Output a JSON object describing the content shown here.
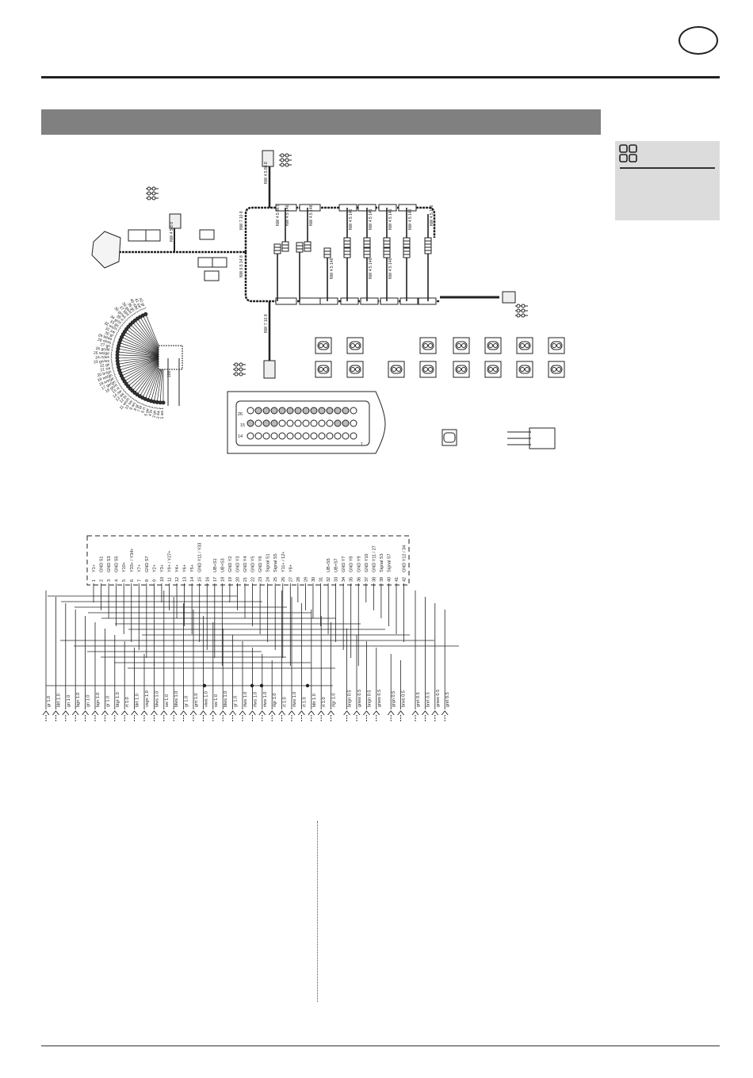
{
  "header": {
    "language_badge": ""
  },
  "section_band": {
    "title": ""
  },
  "side_panel": {
    "icon": "four-squares-icon"
  },
  "harness": {
    "fan_labels": [
      "1 ws 1",
      "2 sw 1",
      "3 gn 1",
      "4 br 1",
      "5 ge 1",
      "6 rt 1",
      "7 bl 1",
      "8 gr 1",
      "9 ws 1",
      "10 sw 1",
      "11 ws/rt 1",
      "12 bl 1",
      "13 sw 1",
      "14 sw 1",
      "15 rt 1",
      "16 gn/rt 1",
      "17 ge/gn 1",
      "18 ws/ge 1",
      "19 ws/gn 1",
      "20 br/gn 1",
      "21 sw 1",
      "22 ge 1",
      "23 gn/ws 1",
      "24 rt/ws 1",
      "25 ws/ge 1",
      "26 gn/bl 1",
      "27 gn 1",
      "28 rt/ws 1",
      "29 bl/ws 1",
      "30 gr 1",
      "31 sw 1",
      "32 ws/rt 1",
      "33 gn 1",
      "34 gr/rt 1",
      "35 rt 1",
      "36 gr/ws 1",
      "37 bl/rt 1",
      "38 ge/rt 1",
      "39 gn 1",
      "40 rt/bl 1",
      "41 sw 1",
      "42 gr 1"
    ],
    "dimension": "100",
    "cable_labels": [
      "NW 4.5 86 8",
      "NW 7 10 8",
      "NW 6.5 14 8",
      "NW 4.5 8 8",
      "NW 7 10 8",
      "NW 4.5 86 8",
      "NW 4.5 146",
      "NW 4.5 146",
      "NW 4.5 146",
      "NW 4.5 146",
      "NW 4.5 146",
      "NW 4.5 146",
      "NW 4.5 146",
      "NW 4.5 146",
      "NW 4.5 146",
      "NW 4.5 146"
    ],
    "plug_labels": [
      "26",
      "15",
      "14",
      "1"
    ]
  },
  "connector_pins": [
    {
      "n": "1",
      "sig": "Y1+"
    },
    {
      "n": "2",
      "sig": "GND S1"
    },
    {
      "n": "3",
      "sig": "GND S3"
    },
    {
      "n": "4",
      "sig": "GND S5"
    },
    {
      "n": "5",
      "sig": "Y10+"
    },
    {
      "n": "6",
      "sig": "Y33+ / Y34+"
    },
    {
      "n": "7",
      "sig": "Y7+"
    },
    {
      "n": "8",
      "sig": "GND S7"
    },
    {
      "n": "9",
      "sig": "Y2+"
    },
    {
      "n": "10",
      "sig": "Y3+"
    },
    {
      "n": "11",
      "sig": "Y9+ / Y27+"
    },
    {
      "n": "12",
      "sig": "Y4+"
    },
    {
      "n": "13",
      "sig": "Y6+"
    },
    {
      "n": "14",
      "sig": "Y5+"
    },
    {
      "n": "15",
      "sig": "GND Y11 / Y33"
    },
    {
      "n": "16",
      "sig": ""
    },
    {
      "n": "17",
      "sig": "UB+S1"
    },
    {
      "n": "18",
      "sig": "UB+S3"
    },
    {
      "n": "19",
      "sig": "GND Y2"
    },
    {
      "n": "20",
      "sig": "GND Y3"
    },
    {
      "n": "21",
      "sig": "GND Y4"
    },
    {
      "n": "22",
      "sig": "GND Y5"
    },
    {
      "n": "23",
      "sig": "GND Y6"
    },
    {
      "n": "24",
      "sig": "Signal S1"
    },
    {
      "n": "25",
      "sig": "Signal S5"
    },
    {
      "n": "26",
      "sig": "Y11+ / 12+"
    },
    {
      "n": "27",
      "sig": "Y8+"
    },
    {
      "n": "28",
      "sig": ""
    },
    {
      "n": "29",
      "sig": ""
    },
    {
      "n": "30",
      "sig": ""
    },
    {
      "n": "31",
      "sig": ""
    },
    {
      "n": "32",
      "sig": "UB+S5"
    },
    {
      "n": "33",
      "sig": "UB+S7"
    },
    {
      "n": "34",
      "sig": "GND Y7"
    },
    {
      "n": "35",
      "sig": "GND Y8"
    },
    {
      "n": "36",
      "sig": "GND Y9"
    },
    {
      "n": "37",
      "sig": "GND Y10"
    },
    {
      "n": "38",
      "sig": "GND Y11 / 27"
    },
    {
      "n": "39",
      "sig": "Signal S3"
    },
    {
      "n": "40",
      "sig": "Signal S7"
    },
    {
      "n": "41",
      "sig": ""
    },
    {
      "n": "42",
      "sig": "GND Y12 / 34"
    }
  ],
  "wire_labels": [
    "gr 1.0",
    "blrt 1.0",
    "gn 1.0",
    "bgn 1.0",
    "gn 1.0",
    "bgn 1.0",
    "gr 1.0",
    "btgr 1.0",
    "rt 1.0",
    "blrt 1.0",
    "vsgn 1.0",
    "blws 1.0",
    "sw 1.0",
    "blws 1.0",
    "gr 1.0",
    "grrt 1.0",
    "viws 1.0",
    "sw 1.0",
    "blws 1.0",
    "gr 1.0",
    "rtws 1.0",
    "rtws 1.0",
    "rtws 1.0",
    "rtgr 1.0",
    "rt 1.0",
    "rtws 1.0",
    "rt 1.0",
    "bltr 1.0",
    "rt 1.0",
    "rtgr 1.0",
    "bngn 0.5",
    "gnws 0.5",
    "bngn 0.5",
    "gnws 0.5",
    "grgn 0.5",
    "brws 0.5",
    "gnrt 0.5",
    "bnrt 0.5",
    "gnws 0.5",
    "gnrt 0.5"
  ]
}
